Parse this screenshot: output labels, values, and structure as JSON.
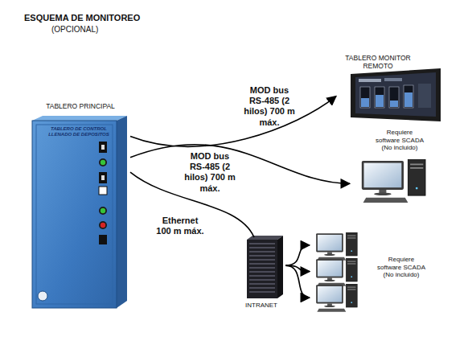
{
  "diagram": {
    "title": "ESQUEMA DE MONITOREO",
    "nodes": [
      {
        "text": [
          "TABLERO PRINCIPAL",
          "TABLERO DE CONTROL LLENADO DE DEPOSITOS"
        ]
      },
      {
        "text": [
          "TABLERO MONITOR REMOTO"
        ]
      },
      {
        "text": [
          "Requiere software SCADA (No incluido)"
        ]
      },
      {
        "text": [
          "INTRANET"
        ]
      },
      {
        "text": [
          "Requiere software SCADA (No incluido)"
        ]
      }
    ],
    "edges": [
      {
        "from": 0,
        "to": 1,
        "arrow": "to",
        "label": "MOD bus RS-485 (2 hilos) 700 m máx."
      },
      {
        "from": 0,
        "to": 2,
        "arrow": "to",
        "label": "MOD bus RS-485 (2 hilos) 700 m máx."
      },
      {
        "from": 0,
        "to": 3,
        "arrow": "none",
        "label": "Ethernet 100 m máx."
      },
      {
        "from": 3,
        "to": 4,
        "arrow": "to"
      },
      {
        "from": 3,
        "to": 4,
        "arrow": "to"
      },
      {
        "from": 3,
        "to": 4,
        "arrow": "to"
      }
    ],
    "labels": [
      "(OPCIONAL)"
    ]
  }
}
